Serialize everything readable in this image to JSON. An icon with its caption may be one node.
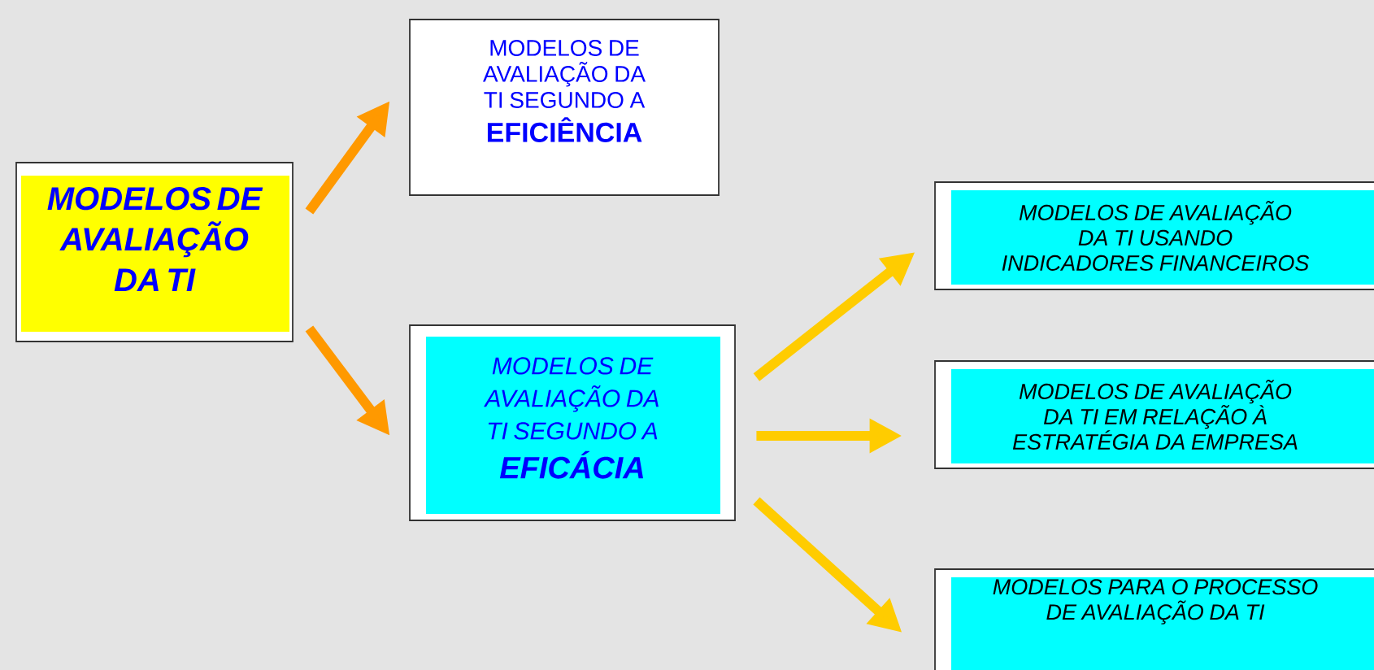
{
  "diagram": {
    "nodes": [
      {
        "text": [
          "MODELOS DE AVALIAÇÃO DA TI"
        ]
      },
      {
        "text": [
          "MODELOS DE AVALIAÇÃO DA TI SEGUNDO A",
          "EFICIÊNCIA"
        ]
      },
      {
        "text": [
          "MODELOS DE AVALIAÇÃO DA TI SEGUNDO A",
          "EFICÁCIA"
        ]
      },
      {
        "text": [
          "MODELOS DE AVALIAÇÃO DA TI USANDO INDICADORES FINANCEIROS"
        ]
      },
      {
        "text": [
          "MODELOS DE AVALIAÇÃO DA TI EM RELAÇÃO À ESTRATÉGIA DA EMPRESA"
        ]
      },
      {
        "text": [
          "MODELOS PARA O PROCESSO DE AVALIAÇÃO DA TI"
        ]
      }
    ],
    "edges": [
      {
        "from": 0,
        "to": 1,
        "arrow": "to",
        "color": "#ff9900"
      },
      {
        "from": 0,
        "to": 2,
        "arrow": "to",
        "color": "#ff9900"
      },
      {
        "from": 2,
        "to": 3,
        "arrow": "to"
      },
      {
        "from": 2,
        "to": 4,
        "arrow": "to"
      },
      {
        "from": 2,
        "to": 5,
        "arrow": "to"
      }
    ]
  }
}
